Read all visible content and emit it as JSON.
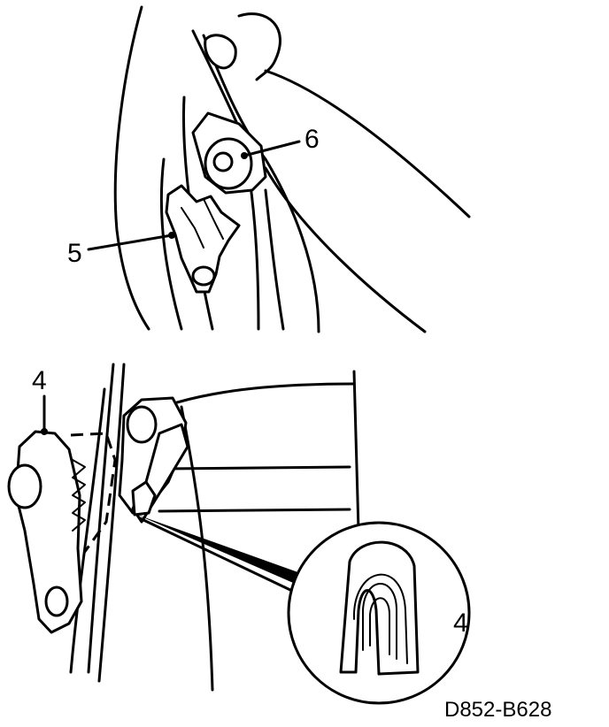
{
  "diagram": {
    "callouts": {
      "upper_latch_label": "6",
      "upper_clip_label": "5",
      "lower_hinge_label": "4",
      "detail_label": "4"
    },
    "reference_code": "D852-B628"
  }
}
